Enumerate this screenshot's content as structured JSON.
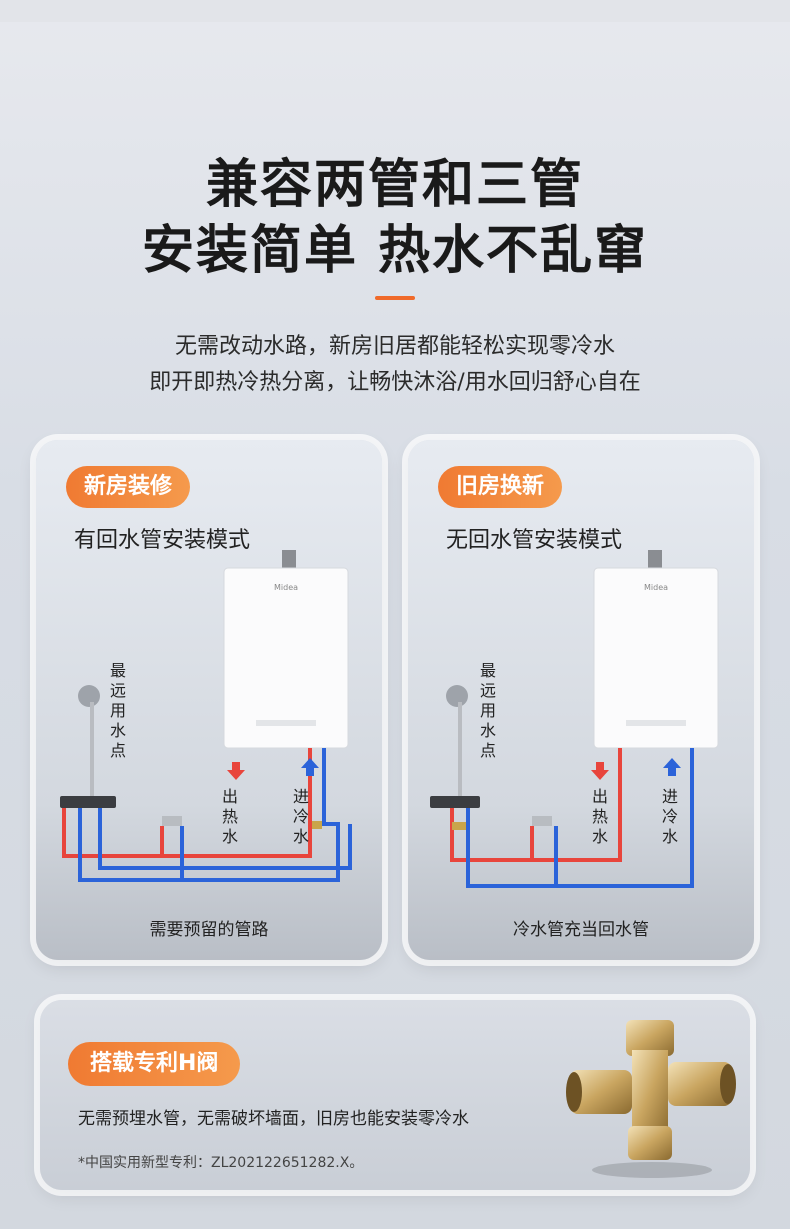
{
  "headline": {
    "line1": "兼容两管和三管",
    "line2": "安装简单 热水不乱窜"
  },
  "subtitle": {
    "line1": "无需改动水路，新房旧居都能轻松实现零冷水",
    "line2": "即开即热冷热分离，让畅快沐浴/用水回归舒心自在"
  },
  "colors": {
    "accent": "#f06a2a",
    "hot": "#e8453c",
    "cold": "#2b63d9"
  },
  "cards": [
    {
      "badge": "新房装修",
      "mode": "有回水管安装模式",
      "brand": "Midea",
      "farthest": "最远用水点",
      "hot_out": "出热水",
      "cold_in": "进冷水",
      "caption": "需要预留的管路"
    },
    {
      "badge": "旧房换新",
      "mode": "无回水管安装模式",
      "brand": "Midea",
      "farthest": "最远用水点",
      "hot_out": "出热水",
      "cold_in": "进冷水",
      "caption": "冷水管充当回水管"
    }
  ],
  "feature": {
    "badge": "搭载专利H阀",
    "desc": "无需预埋水管，无需破坏墙面，旧房也能安装零冷水",
    "note": "*中国实用新型专利：ZL202122651282.X。"
  }
}
